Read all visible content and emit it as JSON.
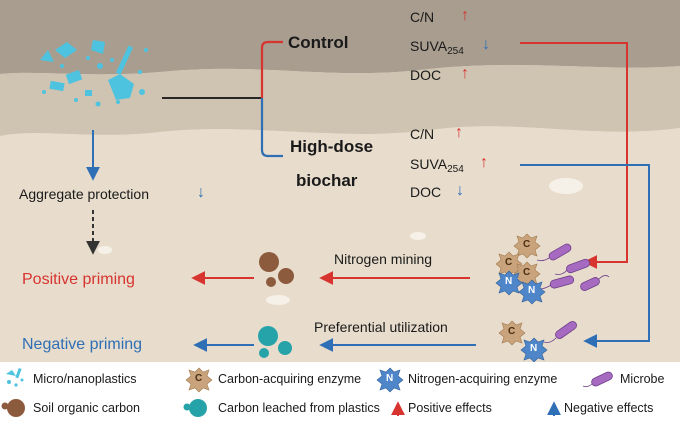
{
  "treatments": {
    "control": "Control",
    "high_dose_line1": "High-dose",
    "high_dose_line2": "biochar"
  },
  "control_metrics": [
    {
      "label": "C/N",
      "effect": "up"
    },
    {
      "label": "SUVA",
      "sub": "254",
      "effect": "down"
    },
    {
      "label": "DOC",
      "effect": "up"
    }
  ],
  "biochar_metrics": [
    {
      "label": "C/N",
      "effect": "up"
    },
    {
      "label": "SUVA",
      "sub": "254",
      "effect": "up"
    },
    {
      "label": "DOC",
      "effect": "down"
    }
  ],
  "left_labels": {
    "aggregate": "Aggregate protection",
    "positive": "Positive priming",
    "negative": "Negative priming"
  },
  "mechanisms": {
    "nitrogen_mining": "Nitrogen mining",
    "preferential": "Preferential utilization"
  },
  "enzyme_letters": {
    "c": "C",
    "n": "N"
  },
  "legend": {
    "plastics": "Micro/nanoplastics",
    "c_enzyme": "Carbon-acquiring enzyme",
    "n_enzyme": "Nitrogen-acquiring enzyme",
    "microbe": "Microbe",
    "soc": "Soil organic carbon",
    "leached": "Carbon leached from plastics",
    "positive": "Positive effects",
    "negative": "Negative effects"
  },
  "colors": {
    "red": "#d7332f",
    "blue": "#2f6fb5",
    "brown": "#8c5a3c",
    "teal": "#25a3a8",
    "plastic": "#4ec3df",
    "microbe": "#a66bc0",
    "c_enzyme": "#c9a37b",
    "n_enzyme": "#4f86c9"
  }
}
